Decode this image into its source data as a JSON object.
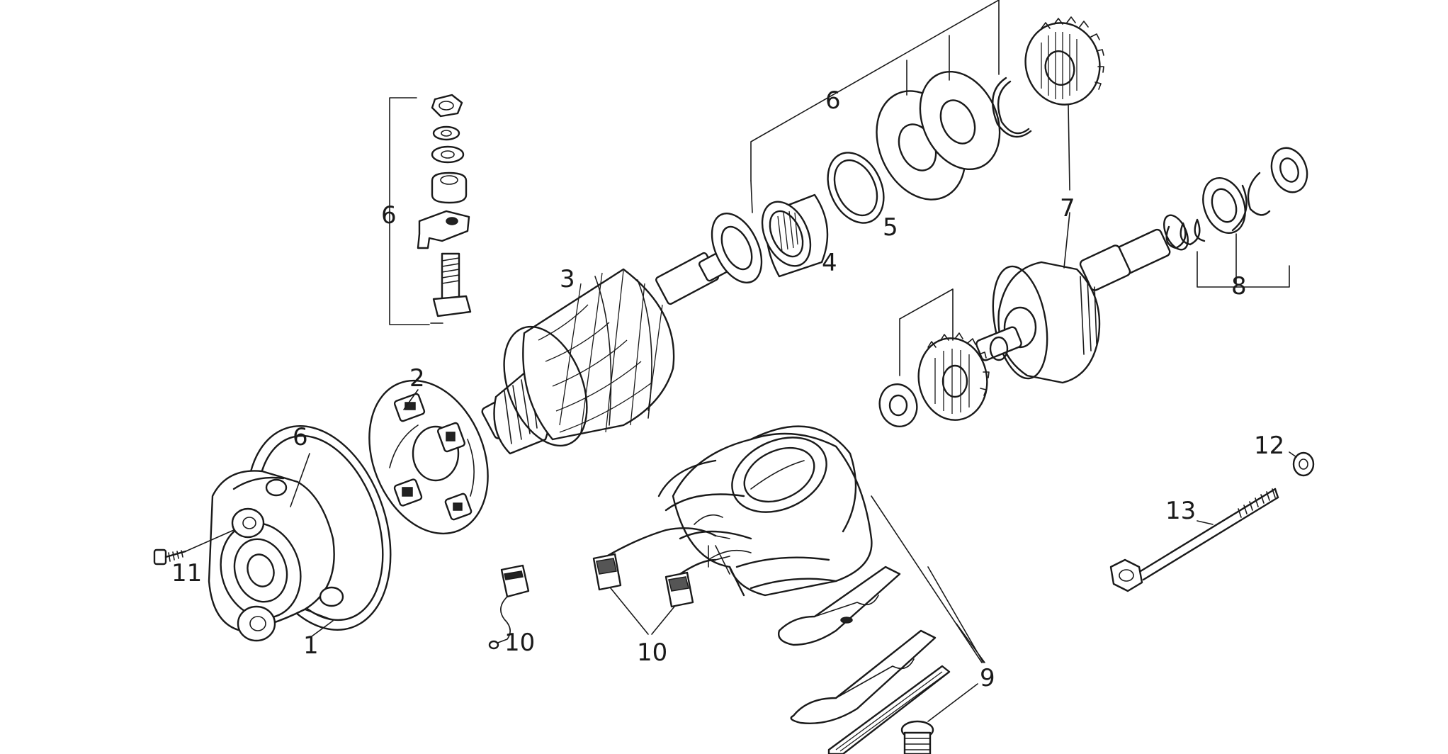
{
  "labels": {
    "l1": "1",
    "l2": "2",
    "l3": "3",
    "l4": "4",
    "l5": "5",
    "l6_top": "6",
    "l6_left": "6",
    "l6_cover": "6",
    "l7": "7",
    "l8": "8",
    "l9": "9",
    "l10_left": "10",
    "l10_right": "10",
    "l11": "11",
    "l12": "12",
    "l13": "13"
  },
  "colors": {
    "ink": "#1a1a1a",
    "background": "#ffffff"
  }
}
